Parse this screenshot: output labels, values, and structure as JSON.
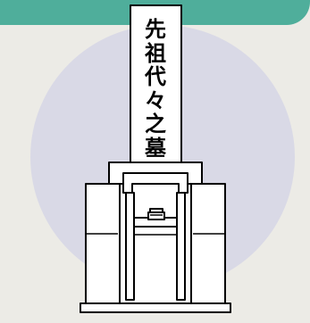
{
  "colors": {
    "banner": "#4fae9b",
    "background": "#ecebe6",
    "circle": "#d9d9e6",
    "stone": "#ffffff",
    "outline": "#000000"
  },
  "monument": {
    "inscription_chars": [
      "先",
      "祖",
      "代",
      "々",
      "之",
      "墓"
    ]
  }
}
